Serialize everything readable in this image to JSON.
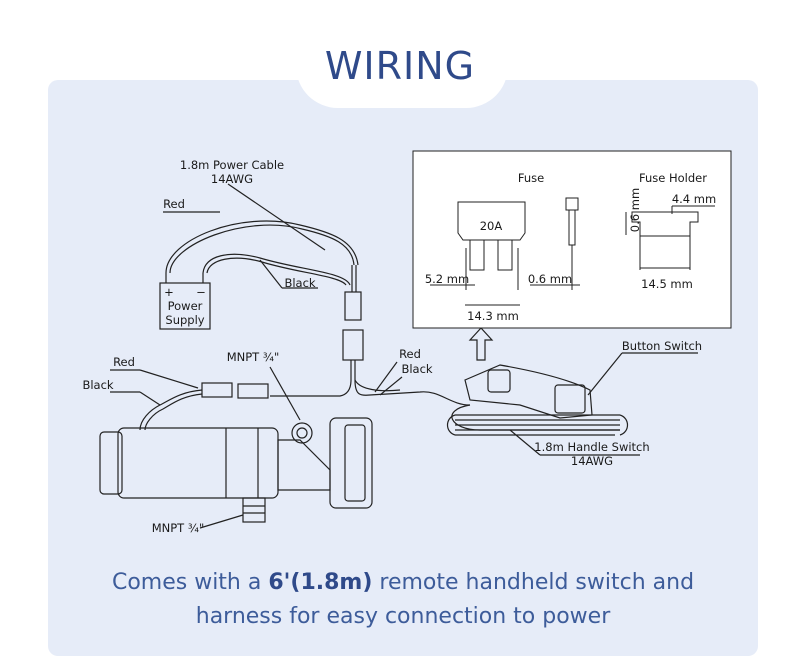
{
  "title": "WIRING",
  "labels": {
    "power_cable": "1.8m Power Cable",
    "power_cable_gauge": "14AWG",
    "red_top": "Red",
    "black_top": "Black",
    "plus": "+",
    "minus": "−",
    "power_supply_line1": "Power",
    "power_supply_line2": "Supply",
    "red_left": "Red",
    "black_left": "Black",
    "mnpt_top": "MNPT ¾\"",
    "mnpt_bottom": "MNPT ¾\"",
    "red_mid": "Red",
    "black_mid": "Black",
    "button_switch": "Button Switch",
    "handle_switch": "1.8m Handle Switch",
    "handle_switch_gauge": "14AWG"
  },
  "fuse_box": {
    "fuse_title": "Fuse",
    "fuse_holder_title": "Fuse Holder",
    "rating": "20A",
    "dim_5_2": "5.2 mm",
    "dim_0_6_fuse": "0.6 mm",
    "dim_14_3": "14.3 mm",
    "dim_0_6_holder": "0.6 mm",
    "dim_4_4": "4.4 mm",
    "dim_14_5": "14.5 mm"
  },
  "caption": {
    "line1_pre": "Comes with a ",
    "line1_bold": "6'(1.8m)",
    "line1_post": " remote handheld switch and",
    "line2": "harness for easy connection to power"
  }
}
